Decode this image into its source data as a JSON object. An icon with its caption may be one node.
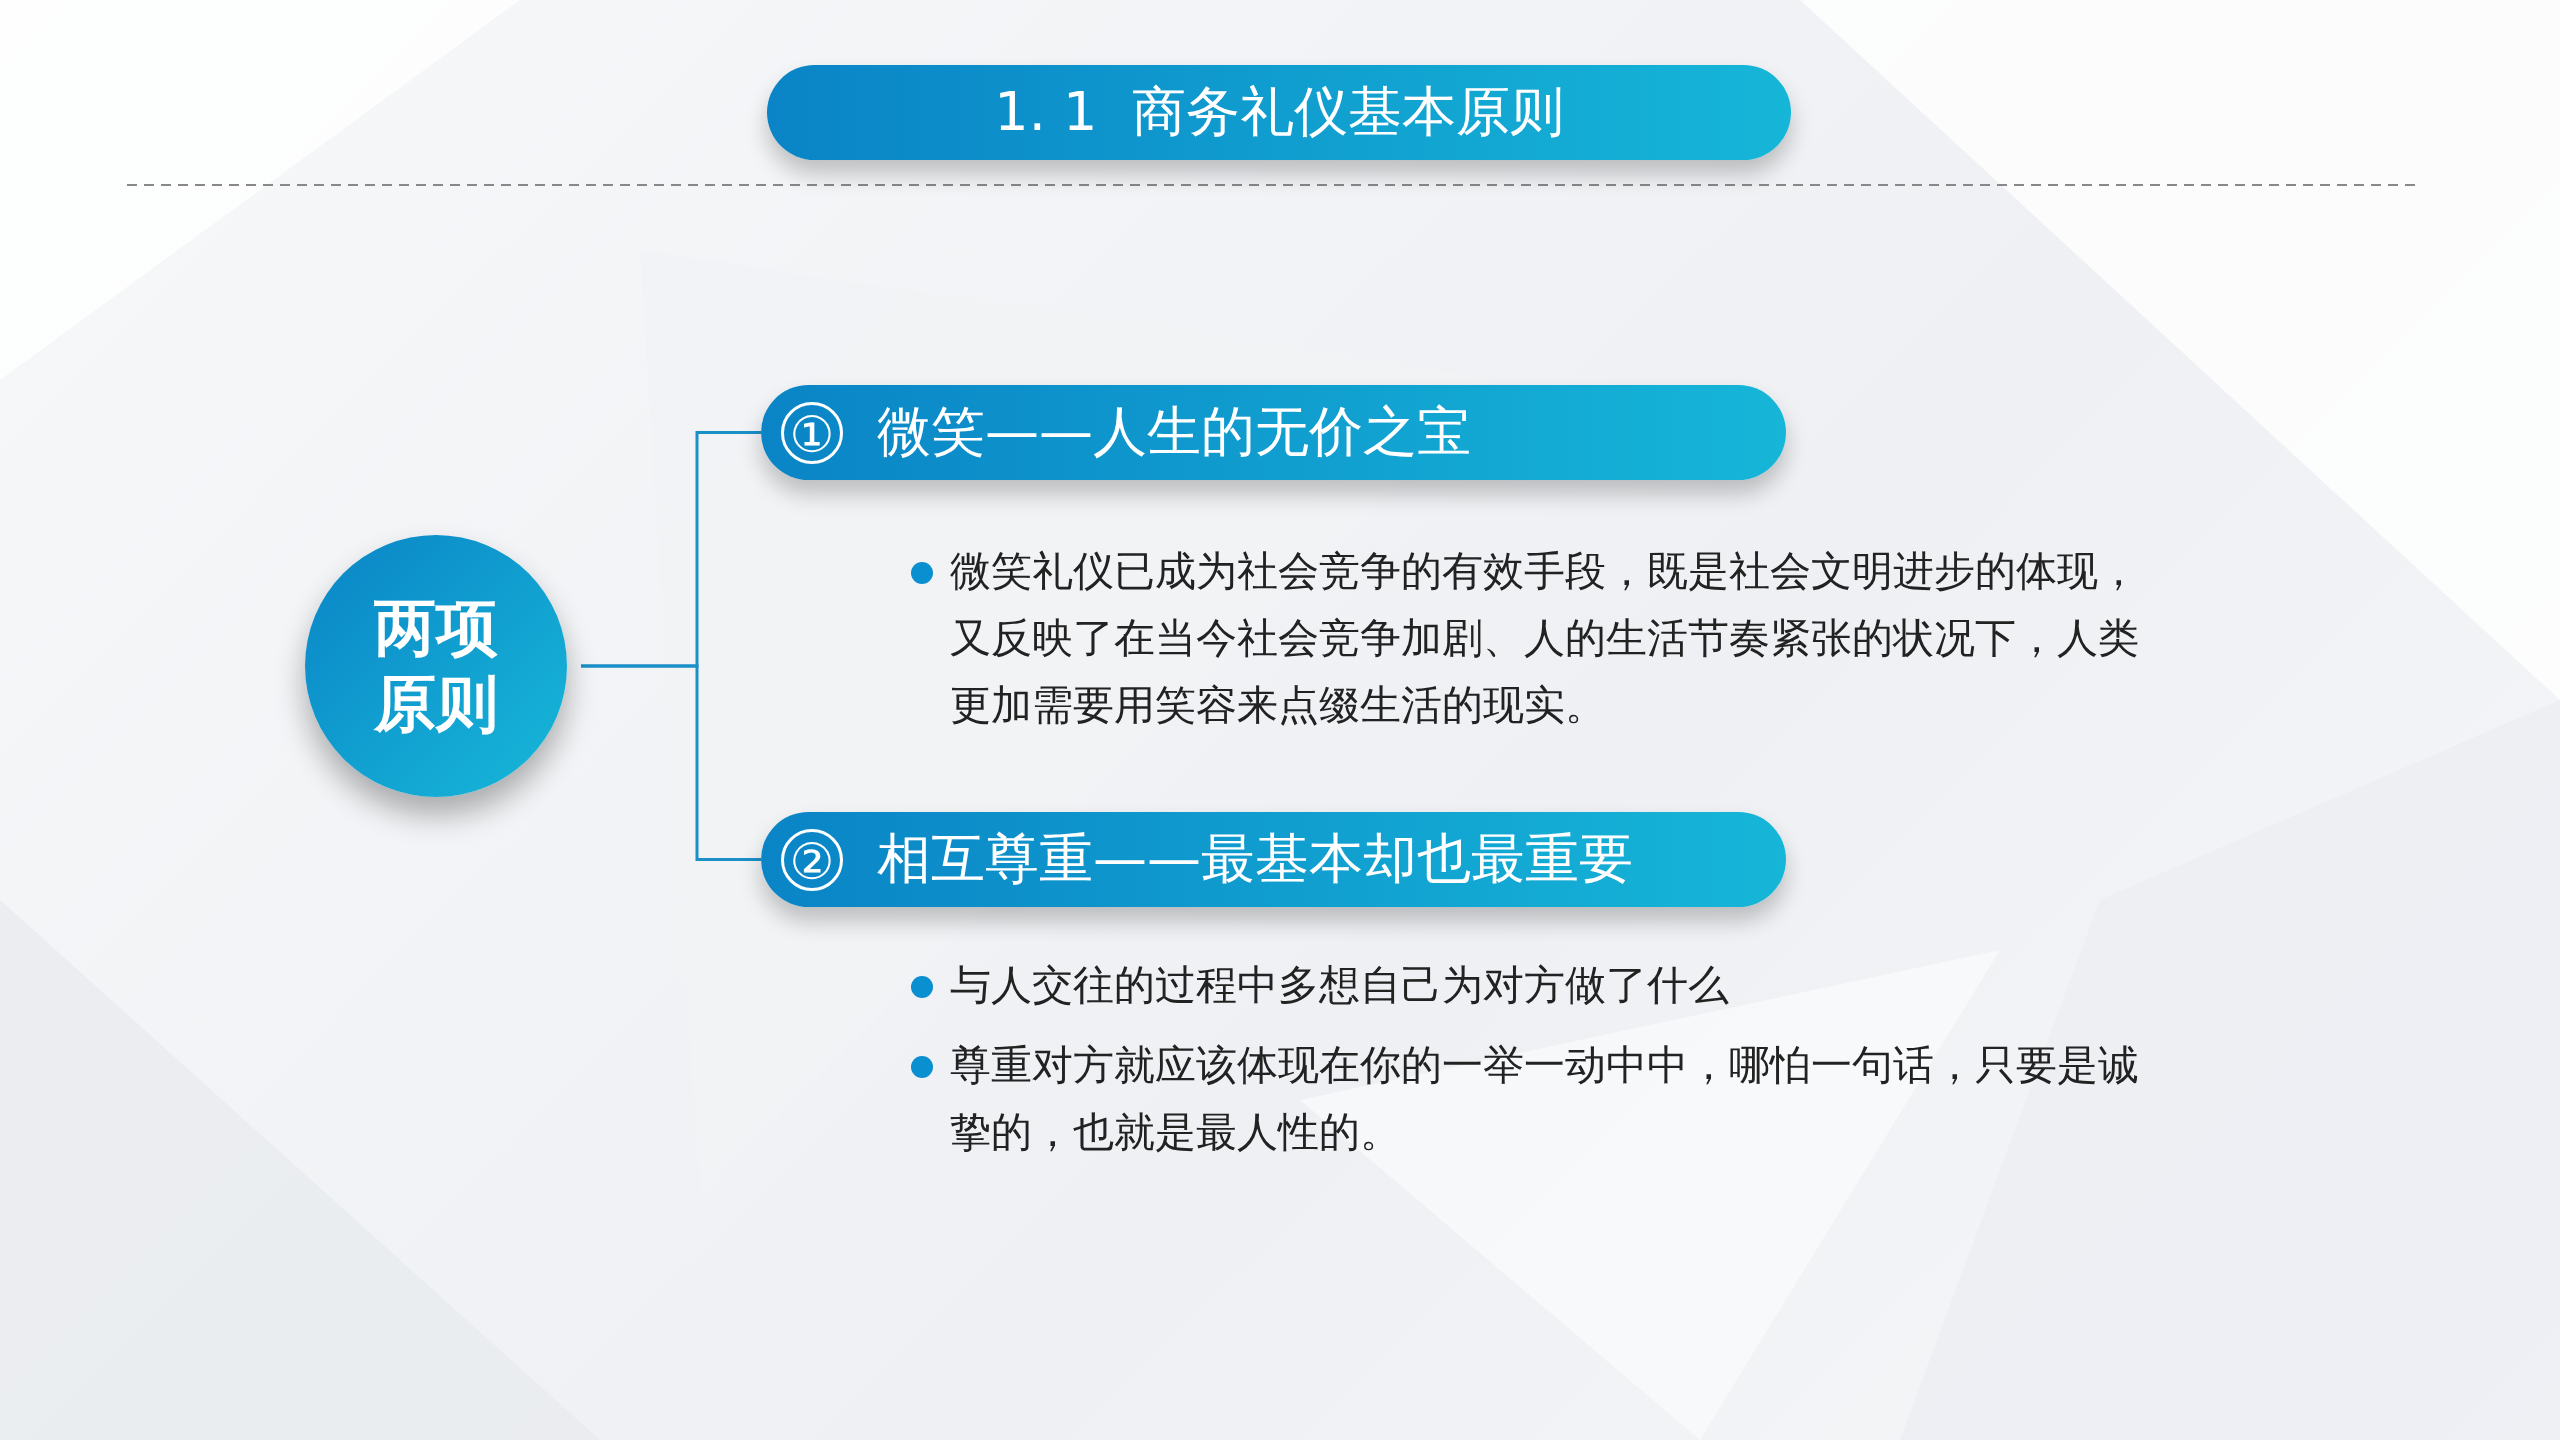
{
  "diagram": {
    "nodes": [
      {
        "text": [
          "1. 1  商务礼仪基本原则"
        ]
      },
      {
        "text": [
          "两项原则"
        ]
      },
      {
        "text": [
          "①",
          "微笑——人生的无价之宝"
        ]
      },
      {
        "text": [
          "②",
          "相互尊重——最基本却也最重要"
        ]
      }
    ],
    "edges": [
      {
        "from": 1,
        "to": 2,
        "arrow": "none"
      },
      {
        "from": 1,
        "to": 3,
        "arrow": "none"
      }
    ],
    "labels": [
      "微笑礼仪已成为社会竞争的有效手段，既是社会文明进步的体现，又反映了在当今社会竞争加剧、人的生活节奏紧张的状况下，人类更加需要用笑容来点缀生活的现实。",
      "与人交往的过程中多想自己为对方做了什么",
      "尊重对方就应该体现在你的一举一动中中，哪怕一句话，只要是诚挚的，也就是最人性的。"
    ]
  }
}
